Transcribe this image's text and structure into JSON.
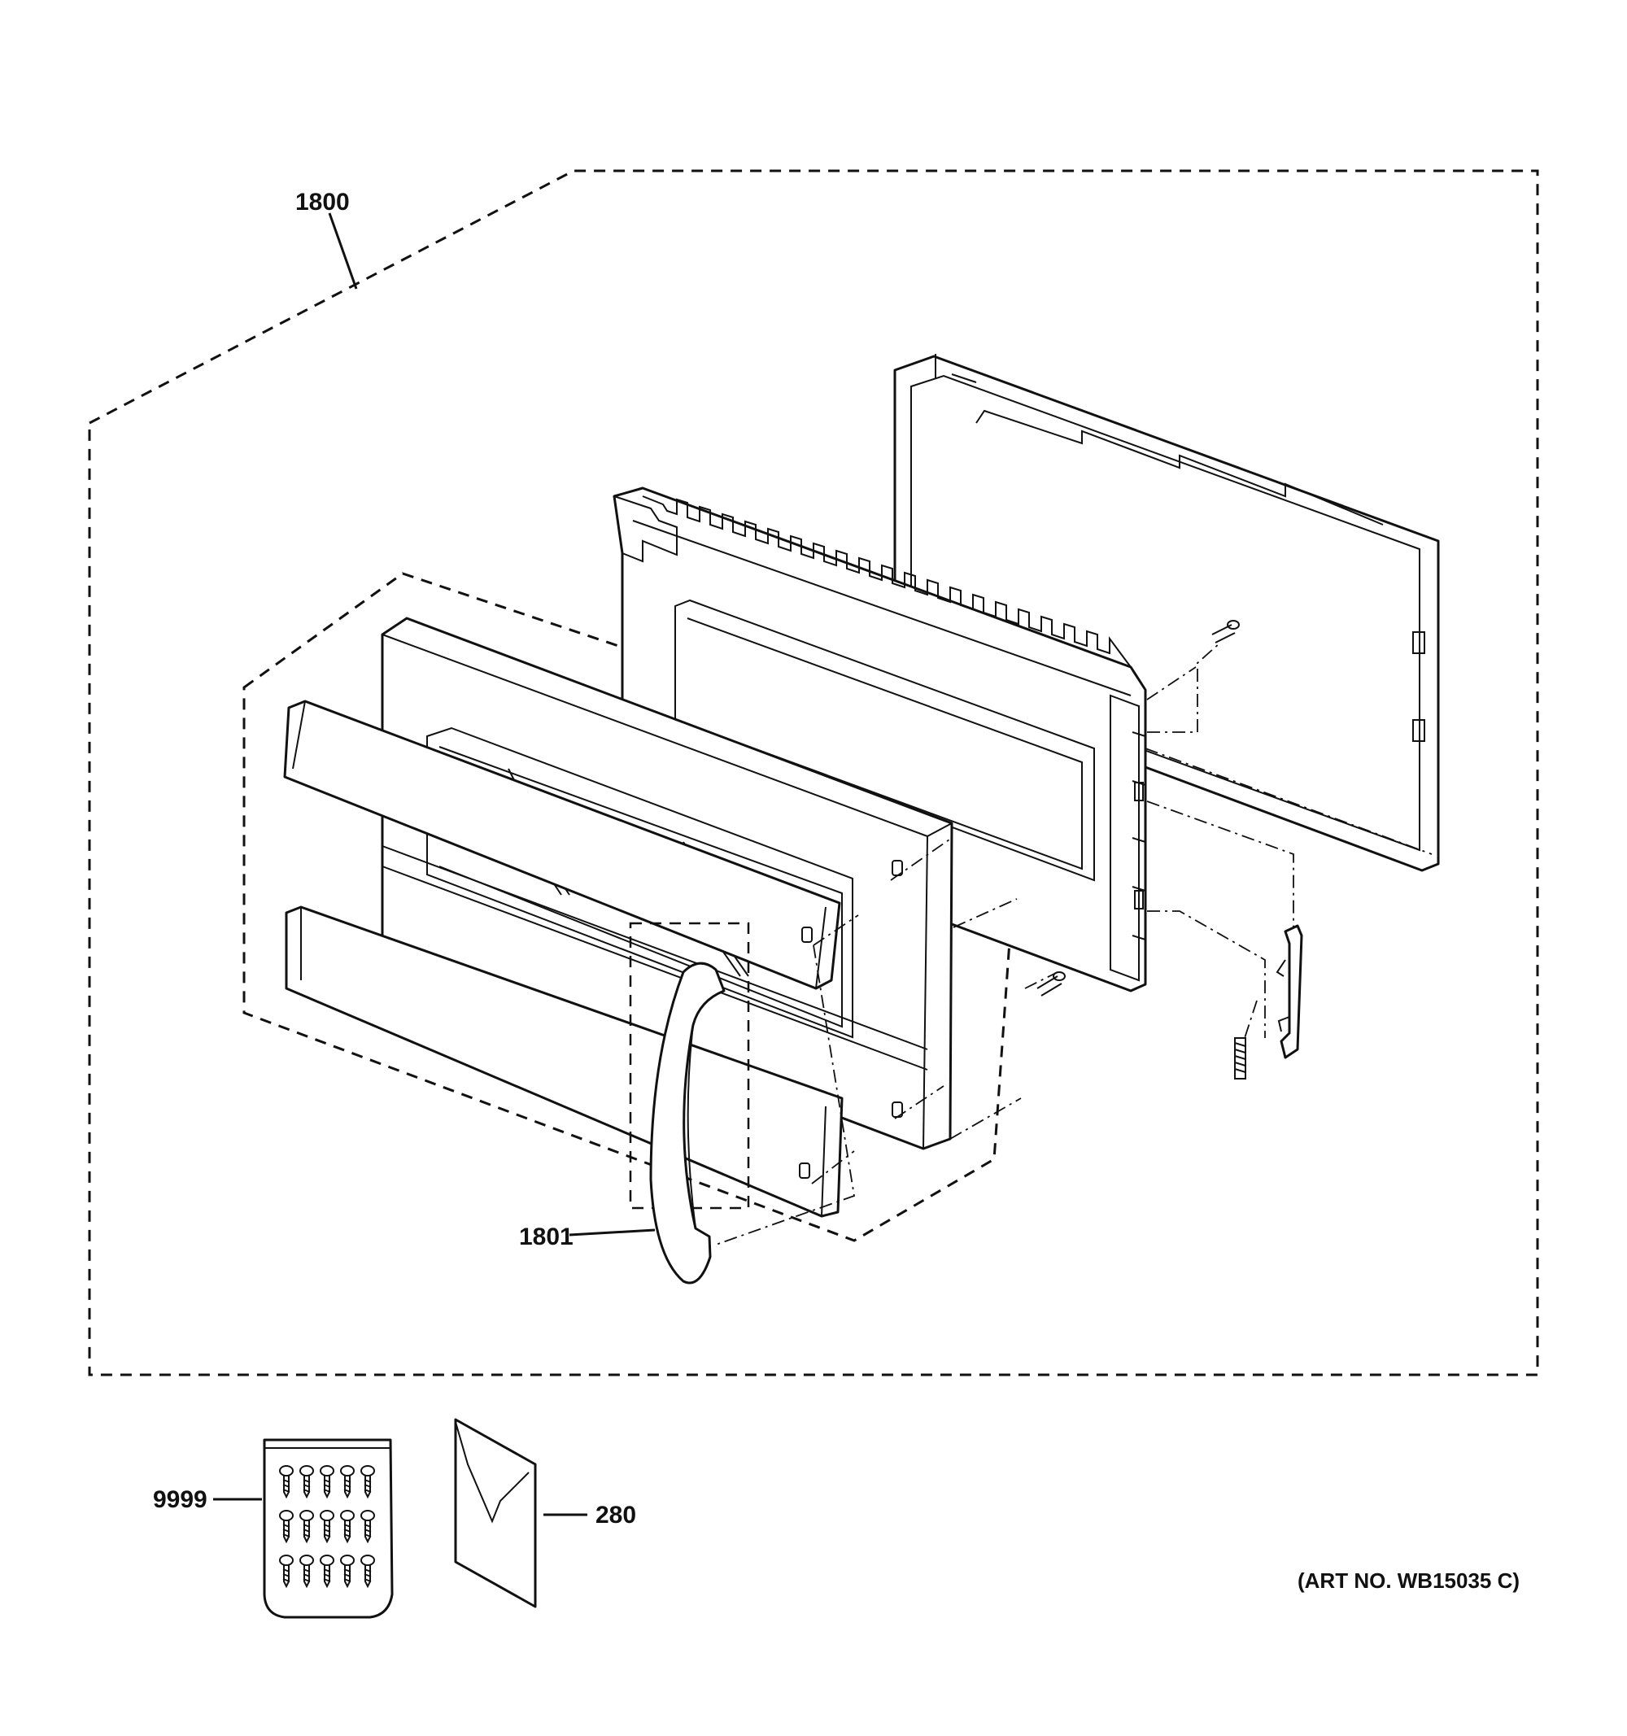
{
  "diagram": {
    "callouts": {
      "assembly": "1800",
      "handle": "1801",
      "hardware": "9999",
      "literature": "280"
    },
    "art_number": "(ART NO. WB15035 C)"
  }
}
